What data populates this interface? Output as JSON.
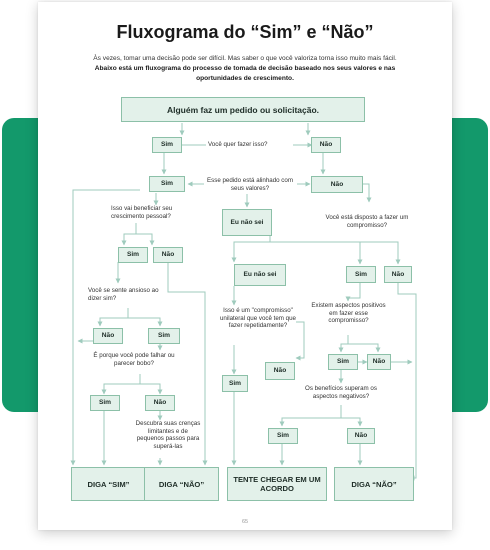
{
  "header": {
    "title": "Fluxograma do “Sim” e “Não”",
    "intro_lead": "Às vezes, tomar uma decisão pode ser difícil. Mas saber o que você valoriza torna isso muito mais fácil.",
    "intro_bold": "Abaixo está um fluxograma do processo de tomada de decisão baseado nos seus valores e nas oportunidades de crescimento."
  },
  "flow": {
    "start": "Alguém faz um pedido ou solicitação.",
    "q_want": "Você quer fazer isso?",
    "q_aligned": "Esse pedido está alinhado com seus valores?",
    "q_growth": "Isso vai beneficiar seu crescimento pessoal?",
    "q_committed": "Você está disposto a fazer um compromisso?",
    "q_anxious": "Você se sente ansioso ao dizer sim?",
    "q_fail": "É porque você pode falhar ou parecer bobo?",
    "q_repeated": "Isso é um \"compromisso\" unilateral que você tem que fazer repetidamente?",
    "q_positive": "Existem aspectos positivos em fazer esse compromisso?",
    "q_benefits": "Os benefícios superam os aspectos negativos?",
    "note_beliefs": "Descubra suas crenças limitantes e de pequenos passos para superá-las",
    "yes": "Sim",
    "no": "Não",
    "unsure": "Eu não sei"
  },
  "outcomes": {
    "say_yes": "DIGA “SIM”",
    "say_no": "DIGA “NÃO”",
    "try_agreement": "TENTE CHEGAR EM UM ACORDO",
    "say_no_2": "DIGA “NÃO”"
  },
  "footer": {
    "page_number": "65"
  },
  "colors": {
    "brand_green": "#13996b",
    "box_fill": "#e3f1ea",
    "box_border": "#8cc0a8",
    "connector": "#9fcbbd"
  }
}
